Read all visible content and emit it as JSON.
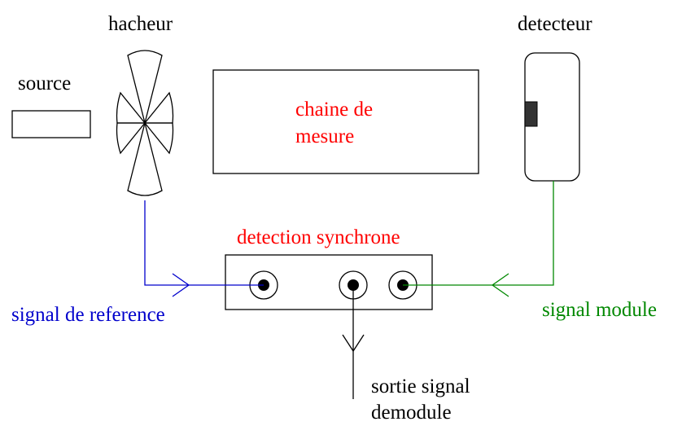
{
  "labels": {
    "source": "source",
    "hacheur": "hacheur",
    "detecteur": "detecteur",
    "chaine_line1": "chaine de",
    "chaine_line2": "mesure",
    "detection": "detection synchrone",
    "signal_reference": "signal de reference",
    "signal_module": "signal module",
    "sortie_line1": "sortie signal",
    "sortie_line2": "demodule"
  },
  "colors": {
    "black": "#000000",
    "red": "#ff0000",
    "blue": "#0000cc",
    "green": "#008800",
    "detector_window": "#333333"
  }
}
